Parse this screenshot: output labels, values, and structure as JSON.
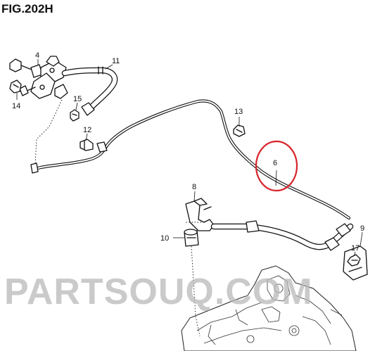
{
  "figure": {
    "title": "FIG.202H"
  },
  "callouts": [
    {
      "id": "4",
      "label": "4"
    },
    {
      "id": "11",
      "label": "11"
    },
    {
      "id": "14",
      "label": "14"
    },
    {
      "id": "15",
      "label": "15"
    },
    {
      "id": "13",
      "label": "13"
    },
    {
      "id": "12",
      "label": "12"
    },
    {
      "id": "6",
      "label": "6"
    },
    {
      "id": "8",
      "label": "8"
    },
    {
      "id": "9",
      "label": "9"
    },
    {
      "id": "10",
      "label": "10"
    },
    {
      "id": "17",
      "label": "17"
    }
  ],
  "highlight": {
    "part": "6",
    "color": "#d8242b"
  },
  "watermark": {
    "text": "PARTSOUQ.COM"
  }
}
